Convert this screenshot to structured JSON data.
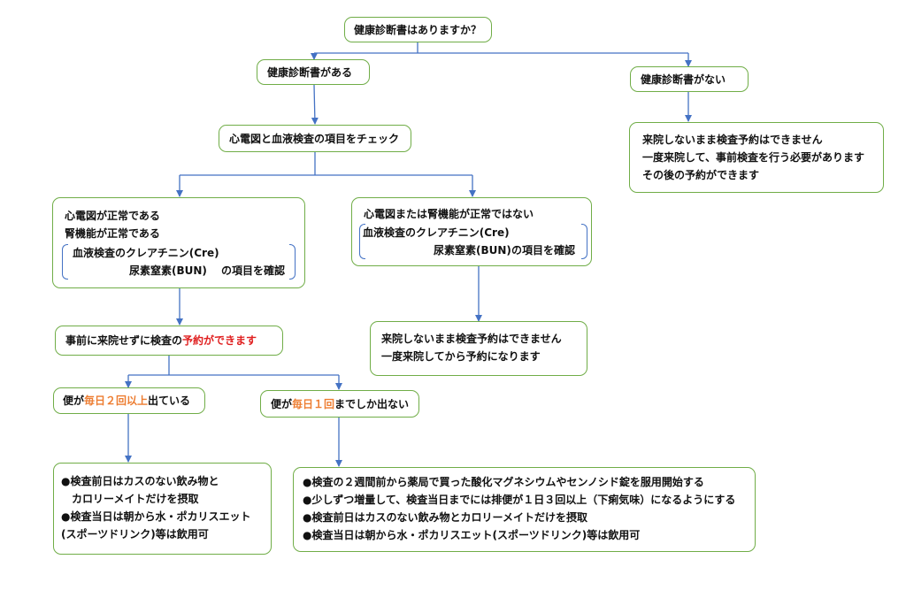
{
  "nodes": {
    "q": {
      "text": "健康診断書はありますか？"
    },
    "yes": {
      "text": "健康診断書がある"
    },
    "no": {
      "text": "健康診断書がない"
    },
    "no_result": {
      "lines": [
        "来院しないまま検査予約はできません",
        "一度来院して、事前検査を行う必要があります",
        "その後の予約ができます"
      ]
    },
    "check": {
      "text": "心電図と血液検査の項目をチェック"
    },
    "normal": {
      "line1": "心電図が正常である",
      "line2": "腎機能が正常である",
      "line3": "血液検査のクレアチニン(Cre)",
      "line4a": "尿素窒素(BUN)",
      "line4b": "の項目を確認"
    },
    "abnormal": {
      "line1": "心電図または腎機能が正常ではない",
      "line2": "血液検査のクレアチニン(Cre)",
      "line3a": "尿素窒素(BUN)",
      "line3b": "の項目を確認"
    },
    "abnormal_result": {
      "lines": [
        "来院しないまま検査予約はできません",
        "一度来院してから予約になります"
      ]
    },
    "reserve": {
      "pre": "事前に来院せずに検査の",
      "highlight": "予約ができます"
    },
    "stool_many": {
      "pre": "便が",
      "highlight": "毎日２回以上",
      "post": "出ている"
    },
    "stool_once": {
      "pre": "便が",
      "highlight": "毎日１回",
      "post": "までしか出ない"
    },
    "many_instructions": {
      "lines": [
        "●検査前日はカスのない飲み物と",
        "　カロリーメイトだけを摂取",
        "●検査当日は朝から水・ポカリスエット",
        "(スポーツドリンク)等は飲用可"
      ]
    },
    "once_instructions": {
      "lines": [
        "●検査の２週間前から薬局で買った酸化マグネシウムやセンノシド錠を服用開始する",
        "●少しずつ増量して、検査当日までには排便が１日３回以上（下痢気味）になるようにする",
        "●検査前日はカスのない飲み物とカロリーメイトだけを摂取",
        "●検査当日は朝から水・ポカリスエット(スポーツドリンク)等は飲用可"
      ]
    }
  },
  "colors": {
    "border": "#70ad47",
    "arrow": "#4472c4",
    "highlight_orange": "#ed7d31",
    "highlight_red": "#e02020"
  }
}
